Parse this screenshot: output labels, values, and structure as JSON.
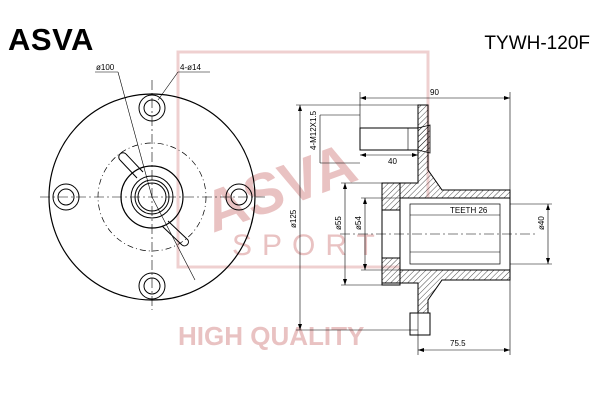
{
  "header": {
    "brand": "ASVA",
    "part_number": "TYWH-120F"
  },
  "watermark": {
    "logo_text": "ASVA",
    "sub_text": "SPORT",
    "tagline": "HIGH QUALITY",
    "color": "#e9c2c2"
  },
  "front_view": {
    "pcd_label": "ø100",
    "holes_label": "4-ø14",
    "diameter_label": "ø125"
  },
  "side_view": {
    "length_label": "90",
    "stud_label": "4-M12X1.5",
    "stud_length_label": "40",
    "pilot_label": "ø55",
    "bore_outer_label": "ø54",
    "spline_label": "TEETH 26",
    "bore_label": "ø40",
    "body_length_label": "75.5"
  },
  "colors": {
    "line": "#000000",
    "hatch": "#000000"
  }
}
